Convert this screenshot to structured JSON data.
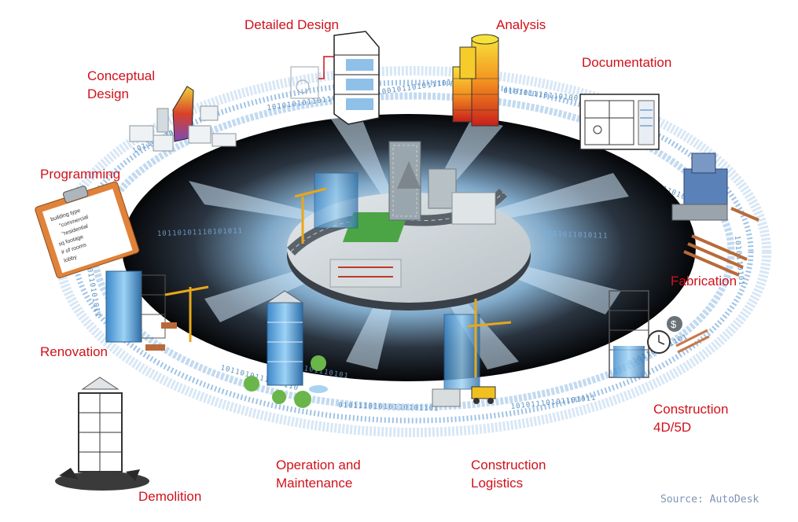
{
  "stages": {
    "detailed_design": "Detailed Design",
    "analysis": "Analysis",
    "conceptual_design": "Conceptual\nDesign",
    "documentation": "Documentation",
    "programming": "Programming",
    "fabrication": "Fabrication",
    "renovation": "Renovation",
    "construction_4d5d": "Construction\n4D/5D",
    "operation_maintenance": "Operation and\nMaintenance",
    "construction_logistics": "Construction\nLogistics",
    "demolition": "Demolition"
  },
  "clipboard": {
    "items": [
      "building type",
      "\"commercial",
      "\"residential",
      "sq footage",
      "# of rooms",
      "lobby"
    ]
  },
  "source": "Source: AutoDesk",
  "binary_text": "10101010110110101110101001011010111010",
  "colors": {
    "label": "#d0111b",
    "source": "#7e93b8",
    "ring": "#4a8ad0",
    "glow": "#cfe6f7"
  }
}
